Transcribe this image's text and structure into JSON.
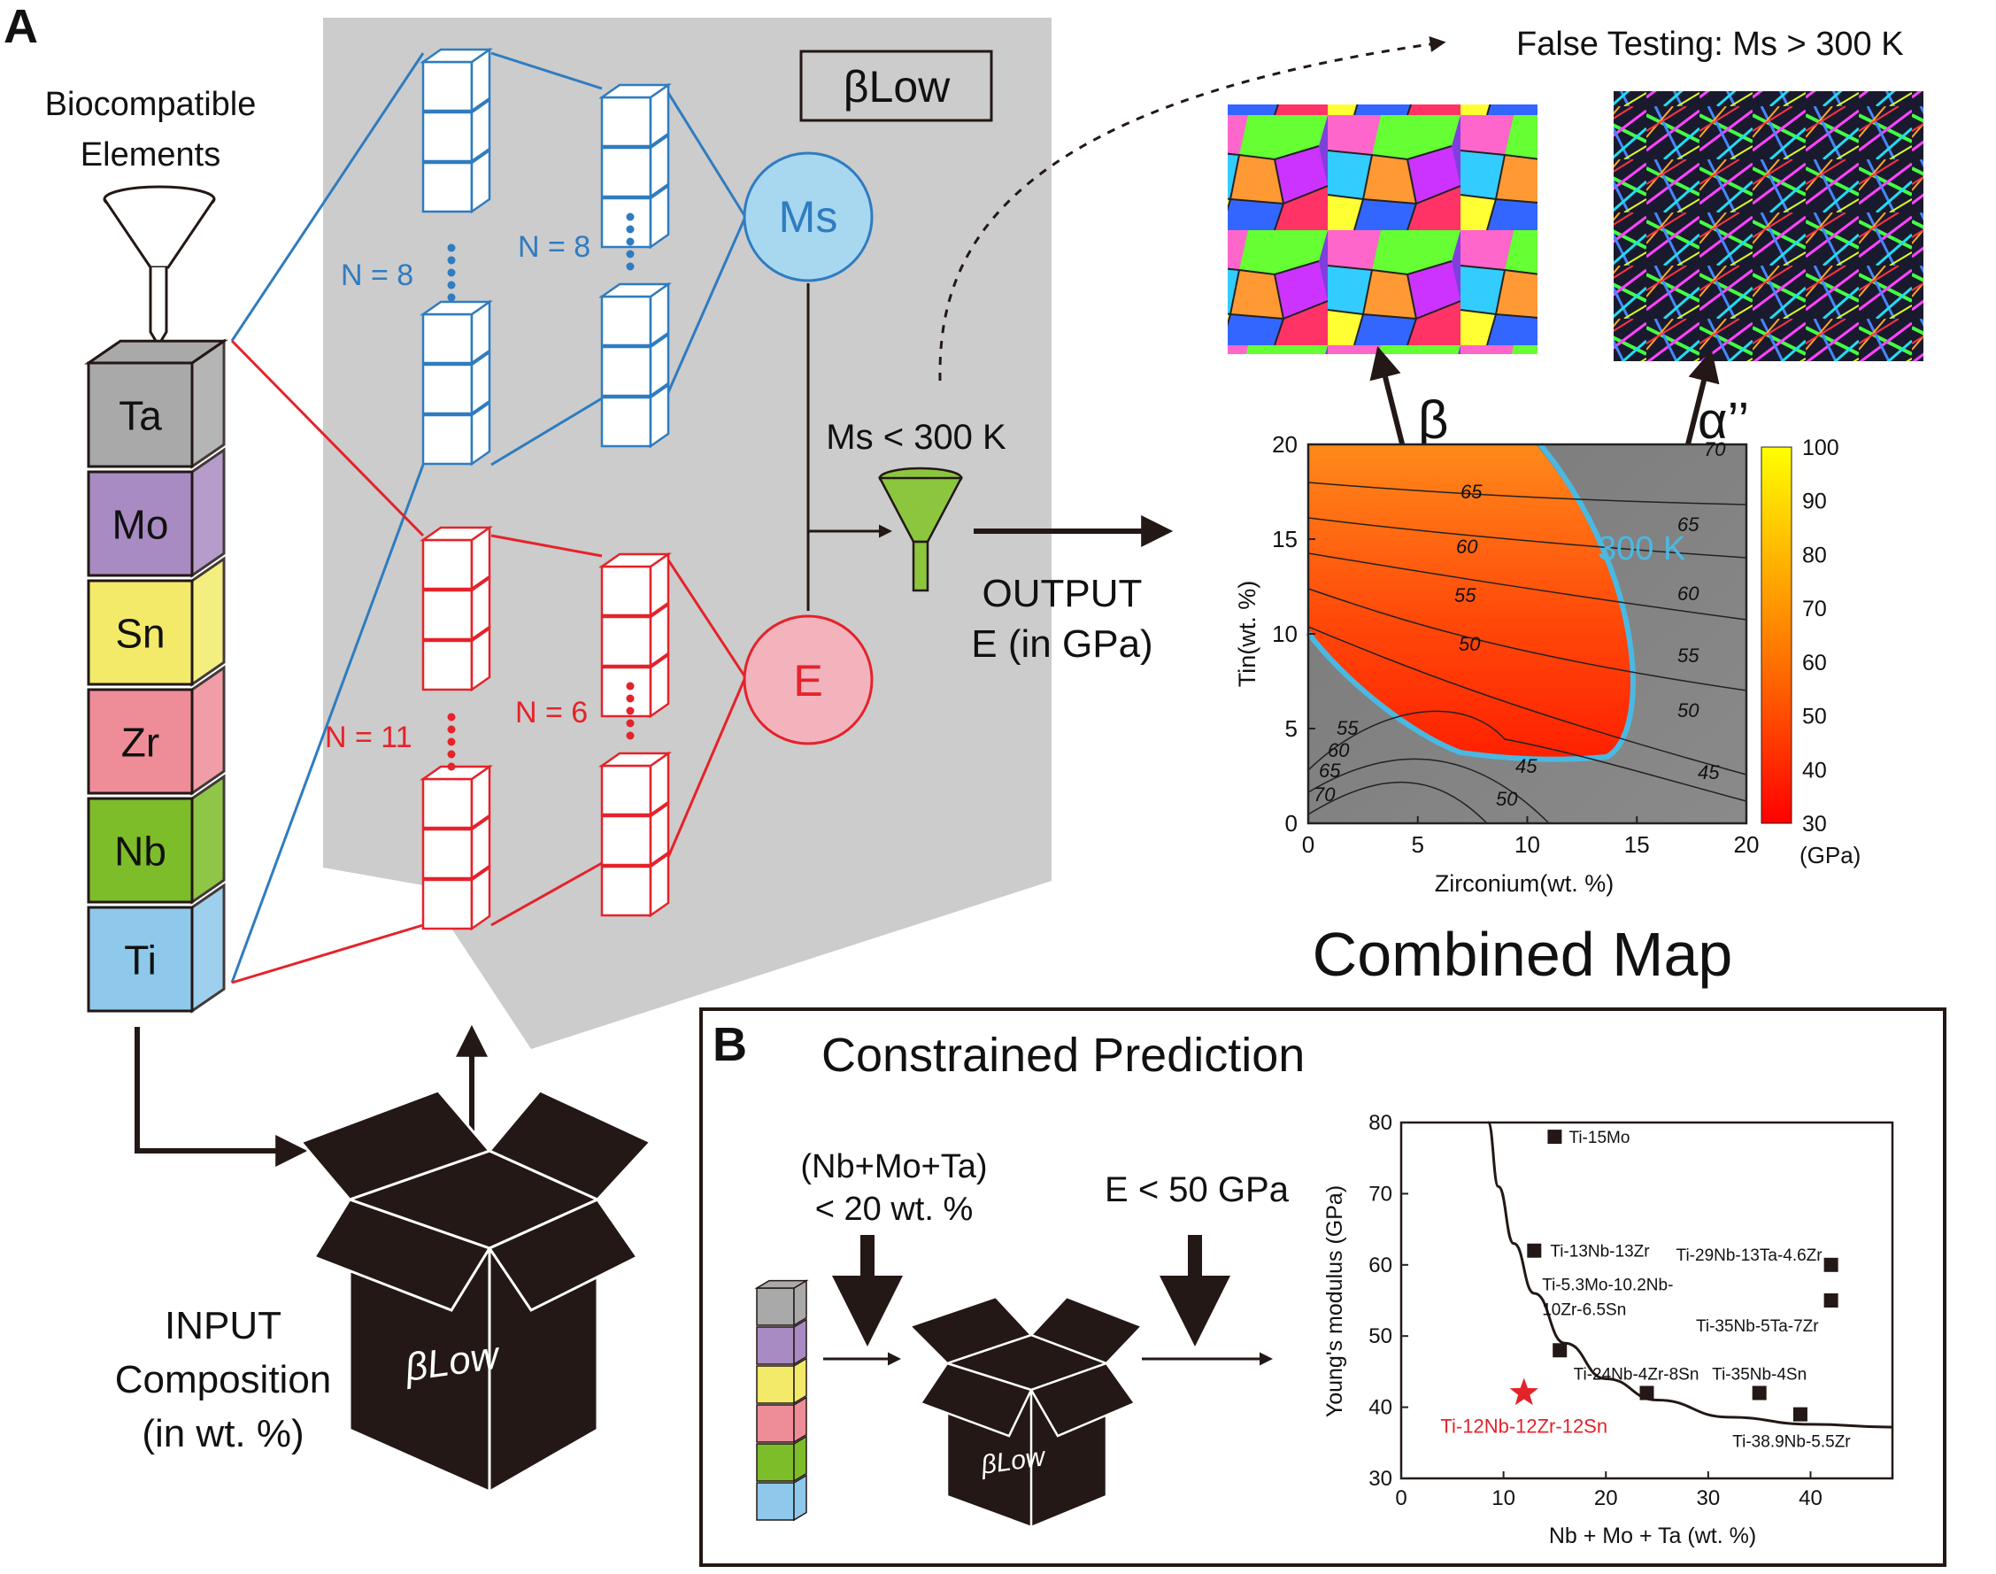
{
  "panelA": {
    "label": "A",
    "biocompatible_line1": "Biocompatible",
    "biocompatible_line2": "Elements",
    "elements": [
      {
        "symbol": "Ta",
        "color": "#a9a9a9"
      },
      {
        "symbol": "Mo",
        "color": "#a98bc3"
      },
      {
        "symbol": "Sn",
        "color": "#f3ea6a"
      },
      {
        "symbol": "Zr",
        "color": "#ee8d98"
      },
      {
        "symbol": "Nb",
        "color": "#7dbd29"
      },
      {
        "symbol": "Ti",
        "color": "#8ec8ea"
      }
    ],
    "model_box_label": "βLow",
    "ms_layers": [
      "N = 8",
      "N = 8"
    ],
    "e_layers": [
      "N = 11",
      "N = 6"
    ],
    "ms_node": "Ms",
    "e_node": "E",
    "filter_label": "Ms < 300 K",
    "output_line1": "OUTPUT",
    "output_line2": "E (in GPa)",
    "input_line1": "INPUT",
    "input_line2": "Composition",
    "input_line3": "(in wt. %)",
    "box_label": "βLow",
    "false_testing": "False Testing: Ms > 300 K",
    "phase_beta": "β",
    "phase_alpha": "α’’",
    "combined_map_title": "Combined Map",
    "colors": {
      "ms_blue": "#2f7cc0",
      "e_red": "#e4232a",
      "model_gray": "#cccccc",
      "boundary": "#49b9e3"
    }
  },
  "panelB": {
    "label": "B",
    "title": "Constrained Prediction",
    "constraint1_line1": "(Nb+Mo+Ta)",
    "constraint1_line2": "< 20 wt. %",
    "constraint2": "E < 50 GPa",
    "box_label": "βLow"
  },
  "chart_data": [
    {
      "type": "heatmap",
      "xlabel": "Zirconium(wt. %)",
      "ylabel": "Tin(wt. %)",
      "xlim": [
        0,
        20
      ],
      "ylim": [
        0,
        20
      ],
      "xticks": [
        "0",
        "5",
        "10",
        "15",
        "20"
      ],
      "yticks": [
        "0",
        "5",
        "10",
        "15",
        "20"
      ],
      "colorbar": {
        "ticks": [
          "100",
          "90",
          "80",
          "70",
          "60",
          "50",
          "40",
          "30"
        ],
        "unit": "(GPa)",
        "range": [
          30,
          100
        ]
      },
      "contour_labels_inside": [
        "65",
        "60",
        "55",
        "50"
      ],
      "contour_labels_outside_right": [
        "70",
        "65",
        "60",
        "55",
        "50",
        "45"
      ],
      "contour_labels_outside_bottom": [
        "55",
        "60",
        "65",
        "70",
        "45",
        "50"
      ],
      "boundary_label": "300 K"
    },
    {
      "type": "scatter",
      "xlabel": "Nb + Mo + Ta (wt. %)",
      "ylabel": "Young's modulus (GPa)",
      "xlim": [
        0,
        48
      ],
      "ylim": [
        30,
        80
      ],
      "xticks": [
        0,
        10,
        20,
        30,
        40
      ],
      "yticks": [
        30,
        40,
        50,
        60,
        70,
        80
      ],
      "points": [
        {
          "label": "Ti-15Mo",
          "x": 15,
          "y": 78
        },
        {
          "label": "Ti-13Nb-13Zr",
          "x": 13,
          "y": 62
        },
        {
          "label": "Ti-29Nb-13Ta-4.6Zr",
          "x": 42,
          "y": 60
        },
        {
          "label": "Ti-35Nb-5Ta-7Zr",
          "x": 42,
          "y": 55
        },
        {
          "label": "Ti-5.3Mo-10.2Nb-10Zr-6.5Sn",
          "x": 15.5,
          "y": 48
        },
        {
          "label": "Ti-24Nb-4Zr-8Sn",
          "x": 24,
          "y": 42
        },
        {
          "label": "Ti-35Nb-4Sn",
          "x": 35,
          "y": 42
        },
        {
          "label": "Ti-38.9Nb-5.5Zr",
          "x": 39,
          "y": 39
        }
      ],
      "highlight": {
        "label": "Ti-12Nb-12Zr-12Sn",
        "x": 12,
        "y": 42,
        "color": "#e4232a"
      },
      "pareto_curve": [
        [
          8.5,
          80
        ],
        [
          9.5,
          71
        ],
        [
          11,
          63
        ],
        [
          13,
          56
        ],
        [
          16,
          49
        ],
        [
          20,
          44
        ],
        [
          25,
          41
        ],
        [
          32,
          38.6
        ],
        [
          40,
          37.6
        ],
        [
          48,
          37.2
        ]
      ]
    }
  ]
}
